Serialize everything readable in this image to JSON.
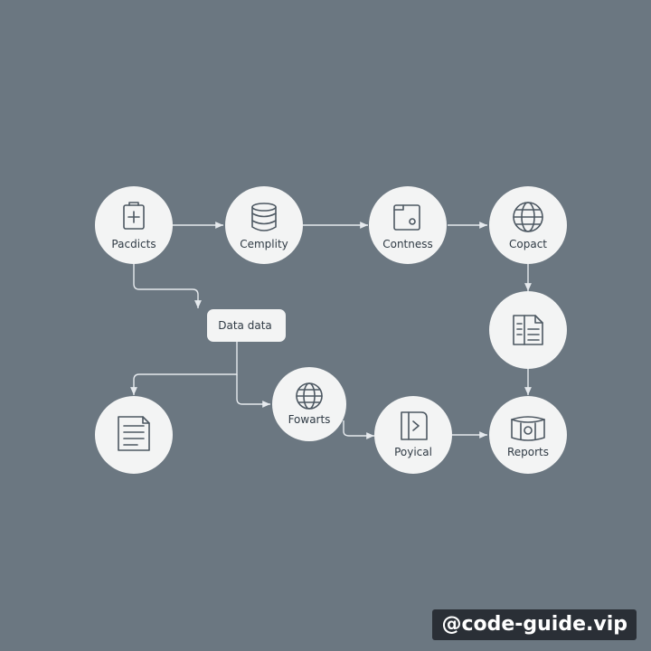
{
  "nodes": {
    "pacdicts": {
      "label": "Pacdicts",
      "icon": "clipboard-plus-icon"
    },
    "cemplity": {
      "label": "Cemplity",
      "icon": "database-icon"
    },
    "contness": {
      "label": "Contness",
      "icon": "tablet-camera-icon"
    },
    "copact": {
      "label": "Copact",
      "icon": "globe-icon"
    },
    "doc_right": {
      "label": "",
      "icon": "document-columns-icon"
    },
    "data_data": {
      "label": "Data data",
      "icon": ""
    },
    "doc_left": {
      "label": "",
      "icon": "document-text-icon"
    },
    "fowarts": {
      "label": "Fowarts",
      "icon": "globe-icon"
    },
    "poyical": {
      "label": "Poyical",
      "icon": "book-arrow-icon"
    },
    "reports": {
      "label": "Reports",
      "icon": "box-icon"
    }
  },
  "watermark": {
    "text": "@code-guide.vip"
  },
  "colors": {
    "background": "#6b7781",
    "node": "#f3f4f4",
    "connector": "#e6eaee",
    "text": "#2f3a44"
  }
}
